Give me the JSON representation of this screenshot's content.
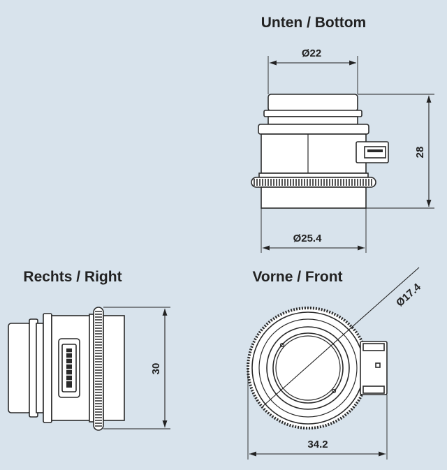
{
  "views": {
    "bottom": {
      "title": "Unten / Bottom"
    },
    "right": {
      "title": "Rechts / Right"
    },
    "front": {
      "title": "Vorne / Front"
    }
  },
  "dimensions": {
    "bottom_top_width": "Ø22",
    "bottom_height": "28",
    "bottom_bottom_width": "Ø25.4",
    "right_height": "30",
    "front_diameter": "Ø17.4",
    "front_width": "34.2"
  },
  "colors": {
    "background": "#d8e3ec",
    "line": "#2a2a2a",
    "part_fill": "#ffffff"
  }
}
